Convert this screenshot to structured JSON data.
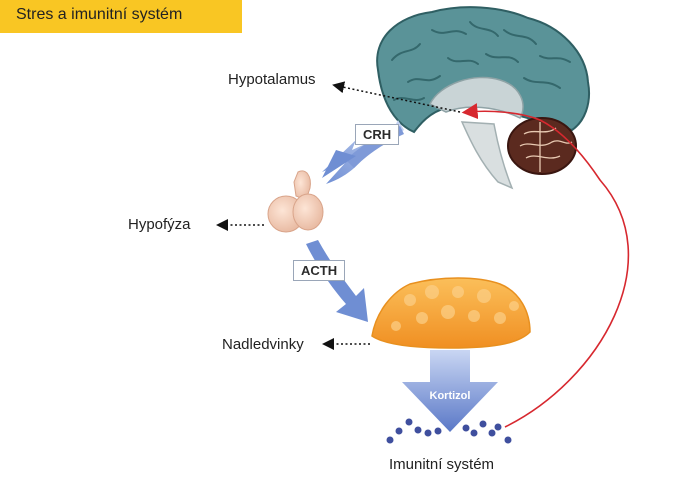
{
  "header": {
    "title": "Stres a imunitní systém"
  },
  "diagram": {
    "labels": {
      "hypothalamus": "Hypotalamus",
      "pituitary": "Hypofýza",
      "adrenal": "Nadledvinky",
      "immune": "Imunitní systém"
    },
    "hormones": {
      "crh": "CRH",
      "acth": "ACTH",
      "cortisol": "Kortizol"
    },
    "colors": {
      "title_bg": "#f9c623",
      "arrow_blue": "#6f8ed3",
      "feedback_red": "#d7282f",
      "adrenal_orange": "#f5a33a",
      "brain": "#4d8a8e",
      "immune_cells": "#3f4f9e"
    }
  }
}
